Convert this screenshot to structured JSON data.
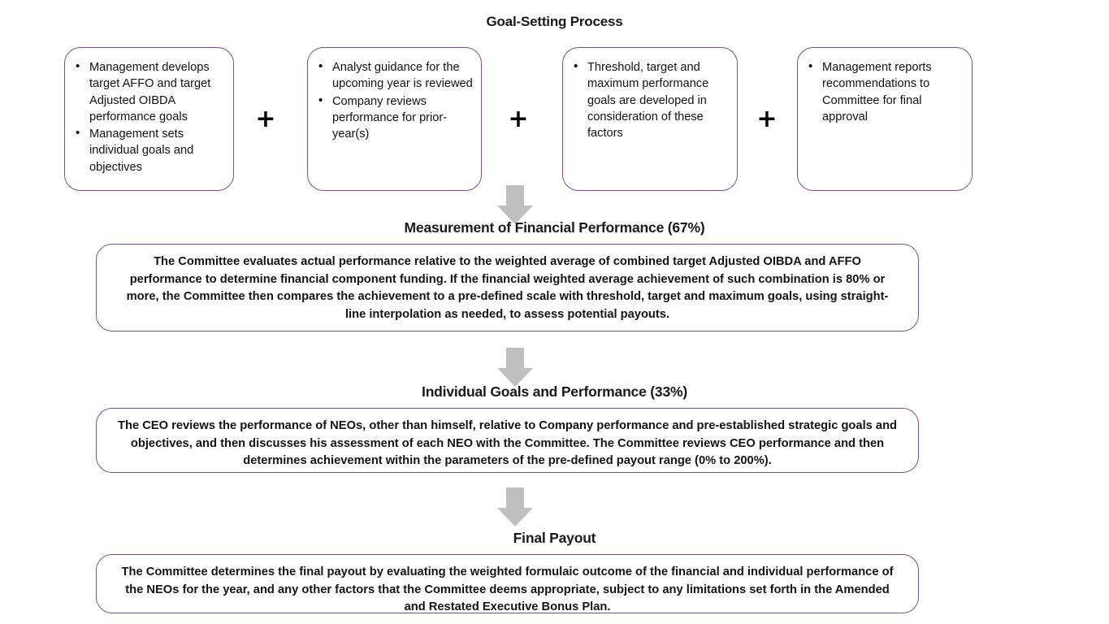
{
  "diagram": {
    "title": "Goal-Setting Process",
    "top_row": {
      "boxes": [
        {
          "name": "management-goals",
          "bullets": [
            "Management develops target AFFO and target Adjusted OIBDA performance goals",
            "Management sets individual goals and objectives"
          ]
        },
        {
          "name": "analyst-guidance",
          "bullets": [
            "Analyst guidance for the upcoming year is reviewed",
            "Company reviews performance for prior-year(s)"
          ]
        },
        {
          "name": "threshold-target-maximum",
          "bullets": [
            "Threshold, target and maximum performance goals are developed in consideration of these factors"
          ]
        },
        {
          "name": "management-reports",
          "bullets": [
            "Management reports recommendations to Committee for final approval"
          ]
        }
      ],
      "connector_symbol": "+"
    },
    "sections": [
      {
        "name": "financial-performance",
        "heading": "Measurement of Financial Performance (67%)",
        "weight": "67%",
        "body": "The Committee evaluates actual performance relative to the weighted average of combined target Adjusted OIBDA and AFFO performance to determine financial component funding. If the financial weighted average achievement of such combination is 80% or more, the Committee then compares the achievement to a pre-defined scale with threshold, target and maximum  goals, using straight-line interpolation as needed, to assess potential payouts."
      },
      {
        "name": "individual-goals",
        "heading": "Individual Goals and Performance (33%)",
        "weight": "33%",
        "body": "The CEO reviews the performance of NEOs, other than himself, relative to Company performance and pre-established strategic goals and objectives, and then discusses his assessment of each NEO with the Committee.  The Committee reviews CEO performance and then determines achievement within the parameters of the pre-defined payout range (0% to 200%)."
      },
      {
        "name": "final-payout",
        "heading": "Final Payout",
        "weight": "",
        "body": "The Committee determines the final payout by evaluating the weighted formulaic outcome of the financial and individual performance of the NEOs for the year, and any other factors that the Committee deems appropriate, subject to any limitations set forth in the Amended and Restated Executive Bonus Plan."
      }
    ],
    "colors": {
      "box_border": "#7a4f91",
      "arrow_fill": "#bfbfbf",
      "text": "#111111",
      "background": "#ffffff"
    }
  }
}
